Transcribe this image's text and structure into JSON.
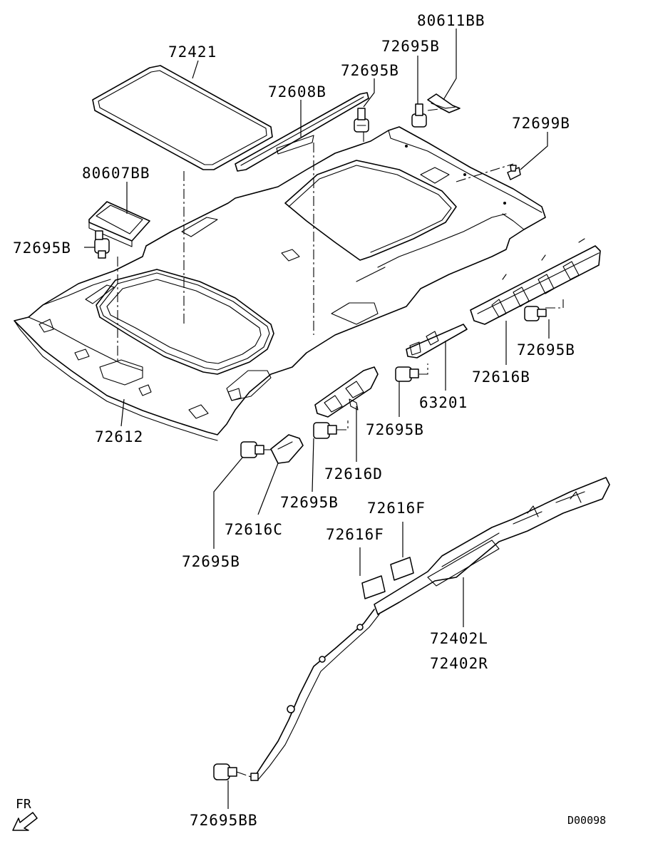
{
  "labels": {
    "p80611BB": "80611BB",
    "p72695B_top2": "72695B",
    "p72695B_top1": "72695B",
    "p72421": "72421",
    "p72608B": "72608B",
    "p72699B": "72699B",
    "p80607BB": "80607BB",
    "p72695B_left": "72695B",
    "p72612": "72612",
    "p72695B_right": "72695B",
    "p72616B": "72616B",
    "p63201": "63201",
    "p72695B_mid": "72695B",
    "p72616D": "72616D",
    "p72695B_low": "72695B",
    "p72616C": "72616C",
    "p72695B_lowleft": "72695B",
    "p72616F_a": "72616F",
    "p72616F_b": "72616F",
    "p72402L": "72402L",
    "p72402R": "72402R",
    "p72695BB": "72695BB"
  },
  "direction": {
    "text": "FR"
  },
  "drawing_code": "D00098"
}
